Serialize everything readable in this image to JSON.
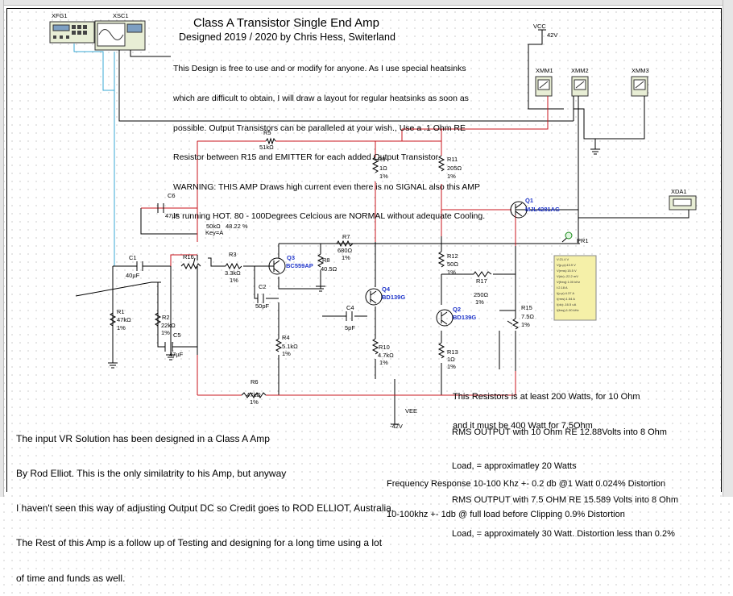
{
  "header": {
    "title": "Class A Transistor Single End Amp",
    "subtitle": "Designed 2019 / 2020 by Chris Hess, Switerland",
    "notes": [
      "This Design is free to use and or modify for anyone. As I use special heatsinks",
      "which are difficult to obtain, I will draw a layout for regular heatsinks as soon as",
      "possible. Output Transistors can be paralleled at your wish., Use a .1 Ohm RE",
      "Resistor between R15 and EMITTER for each added Output Transistor.",
      "WARNING: THIS AMP Draws high current even there is no SIGNAL also this AMP",
      "Is running HOT. 80 - 100Degrees Celcious are NORMAL without adequate Cooling."
    ]
  },
  "instruments": {
    "xfg": "XFG1",
    "xsc": "XSC1",
    "xmm1": "XMM1",
    "xmm2": "XMM2",
    "xmm3": "XMM3",
    "xda": "XDA1",
    "pr": "PR1",
    "probe_values": [
      "V:21.4 V",
      "V(p-p):43.9 V",
      "V(rms):15.5 V",
      "V(dc):-22.2 mV",
      "V(freq):1.00 kHz",
      "I:2.18 A",
      "I(p-p):4.37 A",
      "I(rms):1.54 A",
      "I(dc):-16.5 uA",
      "I(freq):1.00 kHz"
    ]
  },
  "supply": {
    "vcc_name": "VCC",
    "vcc_value": "42V",
    "vee_name": "VEE",
    "vee_value": "-42V"
  },
  "components": {
    "R5": {
      "name": "R5",
      "value": "51kΩ"
    },
    "R9": {
      "name": "R9",
      "value": "1Ω",
      "tol": "1%"
    },
    "R11": {
      "name": "R11",
      "value": "205Ω",
      "tol": "1%"
    },
    "C6": {
      "name": "C6",
      "value": "47µF"
    },
    "Q1": {
      "name": "Q1",
      "value": "MJL4281AG"
    },
    "R16": {
      "name": "R16",
      "value": "50kΩ",
      "pct": "48.22 %",
      "key": "Key=A"
    },
    "C1": {
      "name": "C1",
      "value": "40µF"
    },
    "R3": {
      "name": "R3",
      "value": "3.3kΩ",
      "tol": "1%"
    },
    "Q3": {
      "name": "Q3",
      "value": "BC559AP"
    },
    "R7": {
      "name": "R7",
      "value": "680Ω",
      "tol": "1%"
    },
    "R8": {
      "name": "R8",
      "value": "40.5Ω"
    },
    "R12": {
      "name": "R12",
      "value": "50Ω",
      "tol": "1%"
    },
    "C2": {
      "name": "C2",
      "value": "50pF"
    },
    "Q4": {
      "name": "Q4",
      "value": "BD139G"
    },
    "R17": {
      "name": "R17",
      "value": "250Ω",
      "tol": "1%"
    },
    "R1": {
      "name": "R1",
      "value": "47kΩ",
      "tol": "1%"
    },
    "R2": {
      "name": "R2",
      "value": "22kΩ",
      "tol": "1%"
    },
    "C5": {
      "name": "C5",
      "value": "47µF"
    },
    "C4": {
      "name": "C4",
      "value": "5pF"
    },
    "Q2": {
      "name": "Q2",
      "value": "BD139G"
    },
    "R15": {
      "name": "R15",
      "value": "7.5Ω",
      "tol": "1%"
    },
    "R4": {
      "name": "R4",
      "value": "5.1kΩ",
      "tol": "1%"
    },
    "R10": {
      "name": "R10",
      "value": "4.7kΩ",
      "tol": "1%"
    },
    "R13": {
      "name": "R13",
      "value": "1Ω",
      "tol": "1%"
    },
    "R6": {
      "name": "R6",
      "value": "47kΩ",
      "tol": "1%"
    }
  },
  "annotations": {
    "resistor_note": [
      "This Resistors is at least 200 Watts, for 10 Ohm",
      "and it must be 400 Watt for 7.5Ohm"
    ],
    "vr_note": [
      "The input VR Solution has been designed in a Class A Amp",
      "By Rod Elliot. This is the only similatrity to his Amp, but anyway",
      "I haven't seen this way of adjusting Output DC so Credit goes to ROD ELLIOT, Australia.",
      "The Rest of this Amp is a follow up of Testing and designing for a long time using a lot",
      "of time and funds as well."
    ],
    "rms": [
      "RMS OUTPUT with 10 Ohm RE 12.88Volts into 8 Ohm",
      "Load, = approximatley 20 Watts",
      "RMS OUTPUT with 7.5 OHM RE 15.589 Volts into 8 Ohm",
      "Load, = approximately 30 Watt. Distortion less than 0.2%"
    ],
    "freq": [
      "Frequency Response 10-100 Khz +- 0.2 db @1 Watt 0.024% Distortion",
      "10-100khz +- 1db @ full load before Clipping 0.9% Distortion"
    ]
  },
  "colors": {
    "wire_red": "#c8161d",
    "wire_black": "#000000",
    "wire_cyan": "#39a9d4",
    "label_blue": "#1f35c9",
    "probe_fill": "#f5f0a8"
  }
}
